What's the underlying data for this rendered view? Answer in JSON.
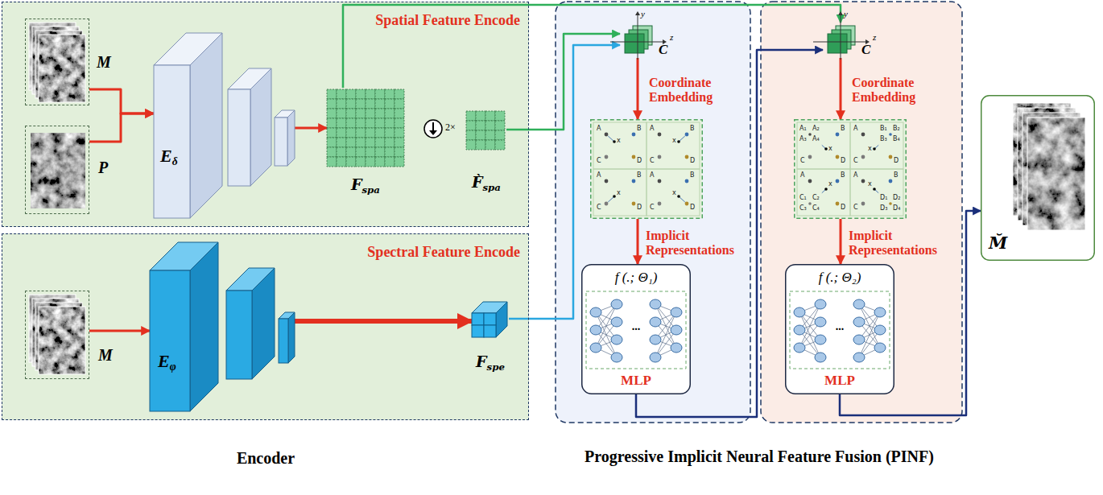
{
  "diagram": {
    "nodes": [
      {
        "text": [
          "Spatial Feature Encode"
        ]
      },
      {
        "text": [
          "M"
        ],
        "in": 0
      },
      {
        "text": [
          "P"
        ],
        "in": 0
      },
      {
        "text": [
          "Eδ"
        ],
        "in": 0
      },
      {
        "text": [
          "Fspa"
        ],
        "in": 0
      },
      {
        "text": [
          "F̀spa"
        ],
        "in": 0
      },
      {
        "text": [
          "Spectral Feature Encode"
        ]
      },
      {
        "text": [
          "M"
        ],
        "in": 6
      },
      {
        "text": [
          "Eφ"
        ],
        "in": 6
      },
      {
        "text": [
          "Fspe"
        ],
        "in": 6
      },
      {
        "text": [
          "C",
          "y",
          "z"
        ]
      },
      {
        "text": [
          "A",
          "B",
          "C",
          "D",
          "x",
          "A",
          "B",
          "C",
          "D",
          "x",
          "A",
          "B",
          "C",
          "D",
          "x",
          "A",
          "B",
          "C",
          "D",
          "x"
        ]
      },
      {
        "text": [
          "f (.; Θ₁)",
          "...",
          "MLP"
        ]
      },
      {
        "text": [
          "C",
          "y",
          "z"
        ]
      },
      {
        "text": [
          "A₁",
          "A₂",
          "A₃",
          "A₄",
          "B",
          "C",
          "D",
          "x",
          "A",
          "B₁",
          "B₂",
          "B₃",
          "B₄",
          "C",
          "D",
          "x",
          "A",
          "B",
          "C₁",
          "C₂",
          "C₃",
          "C₄",
          "D",
          "x",
          "A",
          "B",
          "C",
          "D₁",
          "D₂",
          "D₃",
          "D₄",
          "x"
        ]
      },
      {
        "text": [
          "f (.; Θ₂)",
          "...",
          "MLP"
        ]
      },
      {
        "text": [
          "M̆"
        ]
      }
    ],
    "edges": [
      {
        "from": 1,
        "to": 3,
        "arrow": "to"
      },
      {
        "from": 2,
        "to": 3,
        "arrow": "to"
      },
      {
        "from": 3,
        "to": 4,
        "arrow": "to"
      },
      {
        "from": 7,
        "to": 8,
        "arrow": "to"
      },
      {
        "from": 8,
        "to": 9,
        "arrow": "to"
      },
      {
        "from": 5,
        "to": 10,
        "arrow": "to"
      },
      {
        "from": 9,
        "to": 10,
        "arrow": "to"
      },
      {
        "from": 10,
        "to": 11,
        "arrow": "to",
        "label": "Coordinate Embedding"
      },
      {
        "from": 11,
        "to": 12,
        "arrow": "to",
        "label": "Implicit Representations"
      },
      {
        "from": 4,
        "to": 13,
        "arrow": "to"
      },
      {
        "from": 12,
        "to": 13,
        "arrow": "to"
      },
      {
        "from": 13,
        "to": 14,
        "arrow": "to",
        "label": "Coordinate Embedding"
      },
      {
        "from": 14,
        "to": 15,
        "arrow": "to",
        "label": "Implicit Representations"
      },
      {
        "from": 15,
        "to": 16,
        "arrow": "to"
      }
    ],
    "labels": [
      "2×",
      "Encoder",
      "Progressive Implicit Neural Feature Fusion (PINF)"
    ]
  }
}
